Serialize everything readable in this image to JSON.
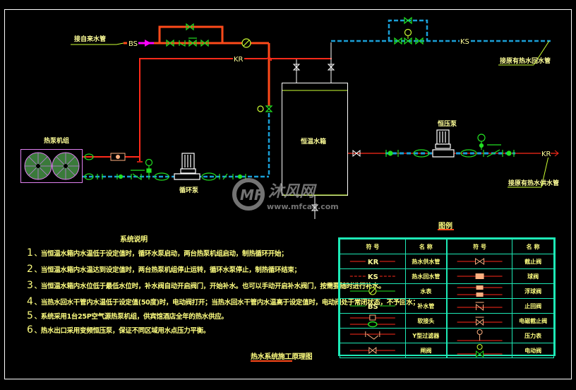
{
  "drawing": {
    "title": "热水系统施工原理图",
    "colors": {
      "background": "#000000",
      "frame": "#ffffff",
      "supply_pipe": "#ff3a1a",
      "return_pipe": "#1a9fd6",
      "valve": "#22e022",
      "label": "#ffff99",
      "table_border": "#1de9b6",
      "makeup_arrow": "#ff00ff",
      "heat_pump_border": "#e080f0",
      "fan": "#3a8a3a"
    },
    "labels": {
      "tap_water_inlet": "接自来水管",
      "return_to_existing": "接原有热水回水管",
      "supply_to_existing": "接原有热水供水管",
      "heat_pump_unit": "热泵机组",
      "circulation_pump": "循环泵",
      "constant_pressure_pump": "恒压泵",
      "tank": "恒温水箱",
      "code_bs": "BS",
      "code_kr": "KR",
      "code_ks": "KS",
      "code_kr_out": "KR"
    },
    "watermark": {
      "brand": "沐风网",
      "url": "www.mfcad.com"
    }
  },
  "notes": {
    "heading": "系统说明",
    "items": [
      {
        "num": "1",
        "text": "、当恒温水箱内水温低于设定值时，循环水泵启动，两台热泵机组启动，制热循环开始；"
      },
      {
        "num": "2",
        "text": "、当恒温水箱内水温达到设定值时，两台热泵机组停止运转，循环水泵停止，制热循环结束；"
      },
      {
        "num": "3",
        "text": "、当恒温水箱内水位低于最低水位时，补水阀自动开启阀门，开始补水。也可以手动开启补水阀门，按需要随时进行补水。"
      },
      {
        "num": "4",
        "text": "、当热水回水干管内水温低于设定值(50度)时，电动阀打开；当热水回水干管内水温高于设定值时，电动阀处于常闭状态，不予回水；"
      },
      {
        "num": "5",
        "text": "、系统采用1台25P空气源热泵机组，供宾馆酒店全年的热水供应。"
      },
      {
        "num": "6",
        "text": "、热水出口采用变频恒压泵，保证不同区域用水点压力平衡。"
      }
    ]
  },
  "legend": {
    "title": "图例",
    "headers": [
      "符 号",
      "名 称",
      "符 号",
      "名 称"
    ],
    "rows": [
      {
        "left_symbol": "KR",
        "left_name": "热水供水管",
        "right_symbol": "gate-valve",
        "right_name": "截止阀"
      },
      {
        "left_symbol": "KS",
        "left_name": "热水回水管",
        "right_symbol": "ball-valve",
        "right_name": "球阀"
      },
      {
        "left_symbol": "water-meter",
        "left_name": "水表",
        "right_symbol": "float-valve",
        "right_name": "浮球阀"
      },
      {
        "left_symbol": "BS",
        "left_name": "补水管",
        "right_symbol": "check-valve",
        "right_name": "止回阀"
      },
      {
        "left_symbol": "flexible-joint",
        "left_name": "软接头",
        "right_symbol": "motorized-valve",
        "right_name": "电磁截止阀"
      },
      {
        "left_symbol": "y-strainer",
        "left_name": "Y型过滤器",
        "right_symbol": "pressure-gauge",
        "right_name": "压力表"
      },
      {
        "left_symbol": "gate",
        "left_name": "闸阀",
        "right_symbol": "electric-valve",
        "right_name": "电动阀"
      }
    ]
  }
}
